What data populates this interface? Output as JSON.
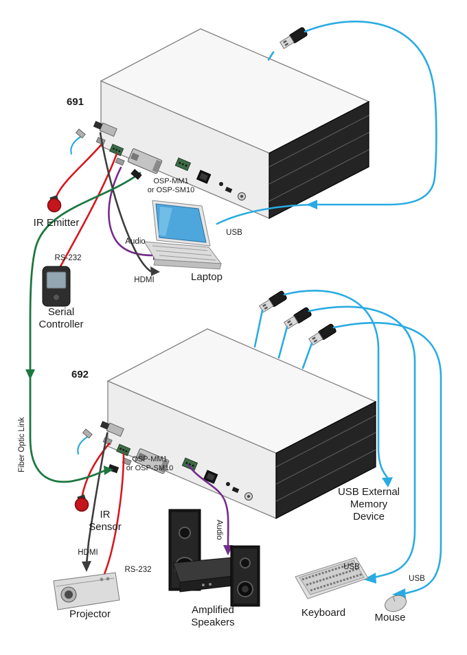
{
  "diagram": {
    "devices": {
      "transmitter": {
        "model": "691",
        "module_label": {
          "line1": "OSP-MM1",
          "line2": "or OSP-SM10"
        }
      },
      "receiver": {
        "model": "692",
        "module_label": {
          "line1": "OSP-MM1",
          "line2": "or OSP-SM10"
        }
      }
    },
    "labels": {
      "ir_emitter": "IR Emitter",
      "rs232_top": "RS-232",
      "serial_controller": "Serial Controller",
      "audio_top": "Audio",
      "hdmi_top": "HDMI",
      "laptop": "Laptop",
      "usb_top": "USB",
      "fiber_optic_link": "Fiber Optic Link",
      "ir_sensor": "IR Sensor",
      "hdmi_bottom": "HDMI",
      "rs232_bottom": "RS-232",
      "projector": "Projector",
      "audio_bottom": "Audio",
      "amplified_speakers": "Amplified Speakers",
      "usb_external_memory": "USB External Memory Device",
      "usb_keyboard": "USB",
      "usb_mouse": "USB",
      "keyboard": "Keyboard",
      "mouse": "Mouse"
    },
    "colors": {
      "usb": "#29ABE2",
      "ir_rs232": "#D6161E",
      "audio": "#732B8C",
      "fiber": "#1C7740",
      "hdmi": "#3C3C3C"
    }
  }
}
